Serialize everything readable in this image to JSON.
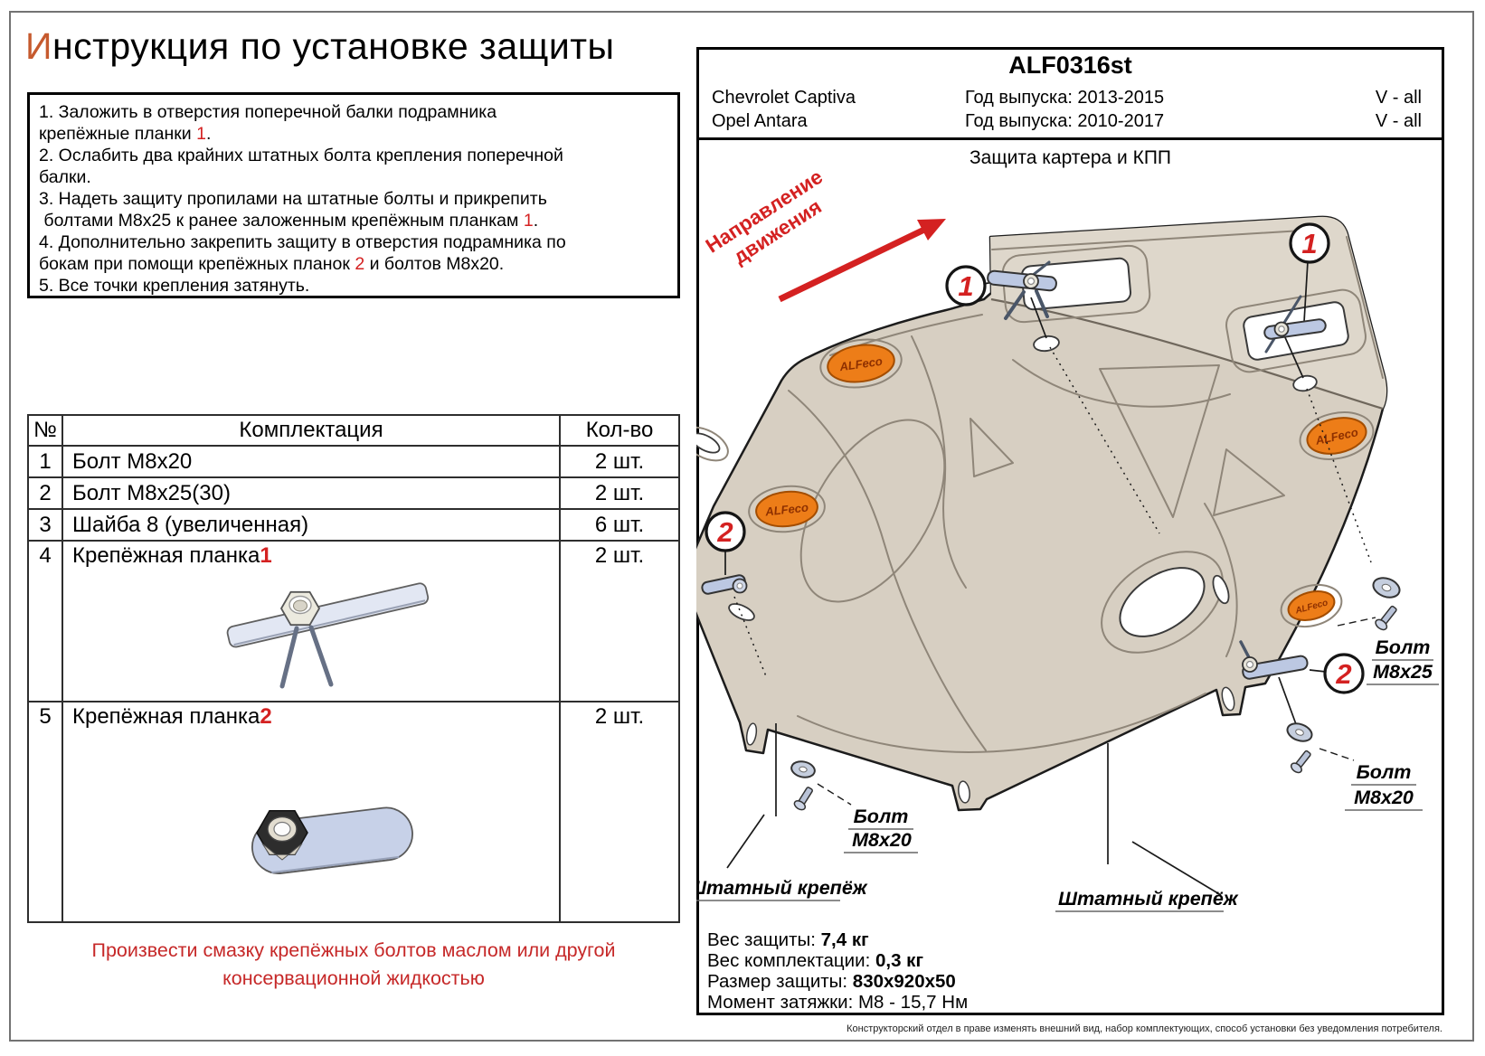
{
  "page": {
    "title": {
      "first_letter": "И",
      "rest": "нструкция по установке защиты"
    }
  },
  "instructions": {
    "lines": [
      [
        {
          "t": "1. Заложить в отверстия поперечной балки подрамника"
        }
      ],
      [
        {
          "t": "крепёжные планки "
        },
        {
          "t": "1",
          "red": true
        },
        {
          "t": "."
        }
      ],
      [
        {
          "t": "2. Ослабить два крайних штатных болта крепления поперечной"
        }
      ],
      [
        {
          "t": "балки."
        }
      ],
      [
        {
          "t": "3. Надеть защиту пропилами на штатные болты и прикрепить"
        }
      ],
      [
        {
          "t": " болтами М8х25 к ранее заложенным крепёжным планкам "
        },
        {
          "t": "1",
          "red": true
        },
        {
          "t": "."
        }
      ],
      [
        {
          "t": "4. Дополнительно закрепить защиту в отверстия подрамника по"
        }
      ],
      [
        {
          "t": "бокам при помощи крепёжных планок "
        },
        {
          "t": "2",
          "red": true
        },
        {
          "t": " и болтов М8х20."
        }
      ],
      [
        {
          "t": "5. Все точки крепления затянуть."
        }
      ]
    ]
  },
  "parts_table": {
    "headers": {
      "num": "№",
      "name": "Комплектация",
      "qty": "Кол-во"
    },
    "rows": [
      {
        "num": "1",
        "name_segments": [
          {
            "t": "Болт М8х20"
          }
        ],
        "qty": "2 шт."
      },
      {
        "num": "2",
        "name_segments": [
          {
            "t": "Болт М8х25(30)"
          }
        ],
        "qty": "2 шт."
      },
      {
        "num": "3",
        "name_segments": [
          {
            "t": "Шайба 8 (увеличенная)"
          }
        ],
        "qty": "6 шт."
      },
      {
        "num": "4",
        "name_segments": [
          {
            "t": "Крепёжная планка "
          },
          {
            "t": "1",
            "red": true
          }
        ],
        "qty": "2 шт.",
        "image": "bracket-1"
      },
      {
        "num": "5",
        "name_segments": [
          {
            "t": "Крепёжная планка "
          },
          {
            "t": "2",
            "red": true
          }
        ],
        "qty": "2 шт.",
        "image": "bracket-2"
      }
    ]
  },
  "lubrication_note": {
    "line1": "Произвести смазку крепёжных болтов маслом или другой",
    "line2": "консервационной жидкостью"
  },
  "product_header": {
    "code": "ALF0316st",
    "vehicles": [
      {
        "model": "Chevrolet Captiva",
        "year_label": "Год выпуска: 2013-2015",
        "engine": "V - all"
      },
      {
        "model": "Opel Antara",
        "year_label": "Год выпуска: 2010-2017",
        "engine": "V - all"
      }
    ],
    "subtitle": "Защита картера и КПП"
  },
  "diagram": {
    "direction_arrow": {
      "line1": "Направление",
      "line2": "движения"
    },
    "logo_text": "ALFeco",
    "callouts": [
      {
        "n": "1"
      },
      {
        "n": "1"
      },
      {
        "n": "2"
      },
      {
        "n": "2"
      }
    ],
    "labels": {
      "bolt_m8x25": [
        "Болт",
        "М8х25"
      ],
      "bolt_m8x20_right": [
        "Болт",
        "М8х20"
      ],
      "bolt_m8x20_center": [
        "Болт",
        "М8х20"
      ],
      "oem_left": "Штатный крепёж",
      "oem_right": "Штатный крепёж"
    }
  },
  "specs": {
    "rows": [
      {
        "label": "Вес защиты:",
        "value": "7,4 кг",
        "bold": true
      },
      {
        "label": "Вес комплектации:",
        "value": "0,3 кг",
        "bold": true
      },
      {
        "label": "Размер защиты:",
        "value": "830x920x50",
        "bold": true
      },
      {
        "label": "Момент затяжки:",
        "value": "М8 - 15,7 Нм",
        "bold": false
      }
    ]
  },
  "footer": {
    "disclaimer": "Конструкторский отдел в праве изменять внешний вид, набор комплектующих, способ установки без уведомления потребителя."
  },
  "colors": {
    "accent_red": "#d42121",
    "title_orange": "#c65a2e",
    "note_red": "#c62828",
    "logo_orange": "#ed7d18",
    "plate_fill": "#d7cfc2",
    "bracket_fill": "#c7d1e8"
  }
}
